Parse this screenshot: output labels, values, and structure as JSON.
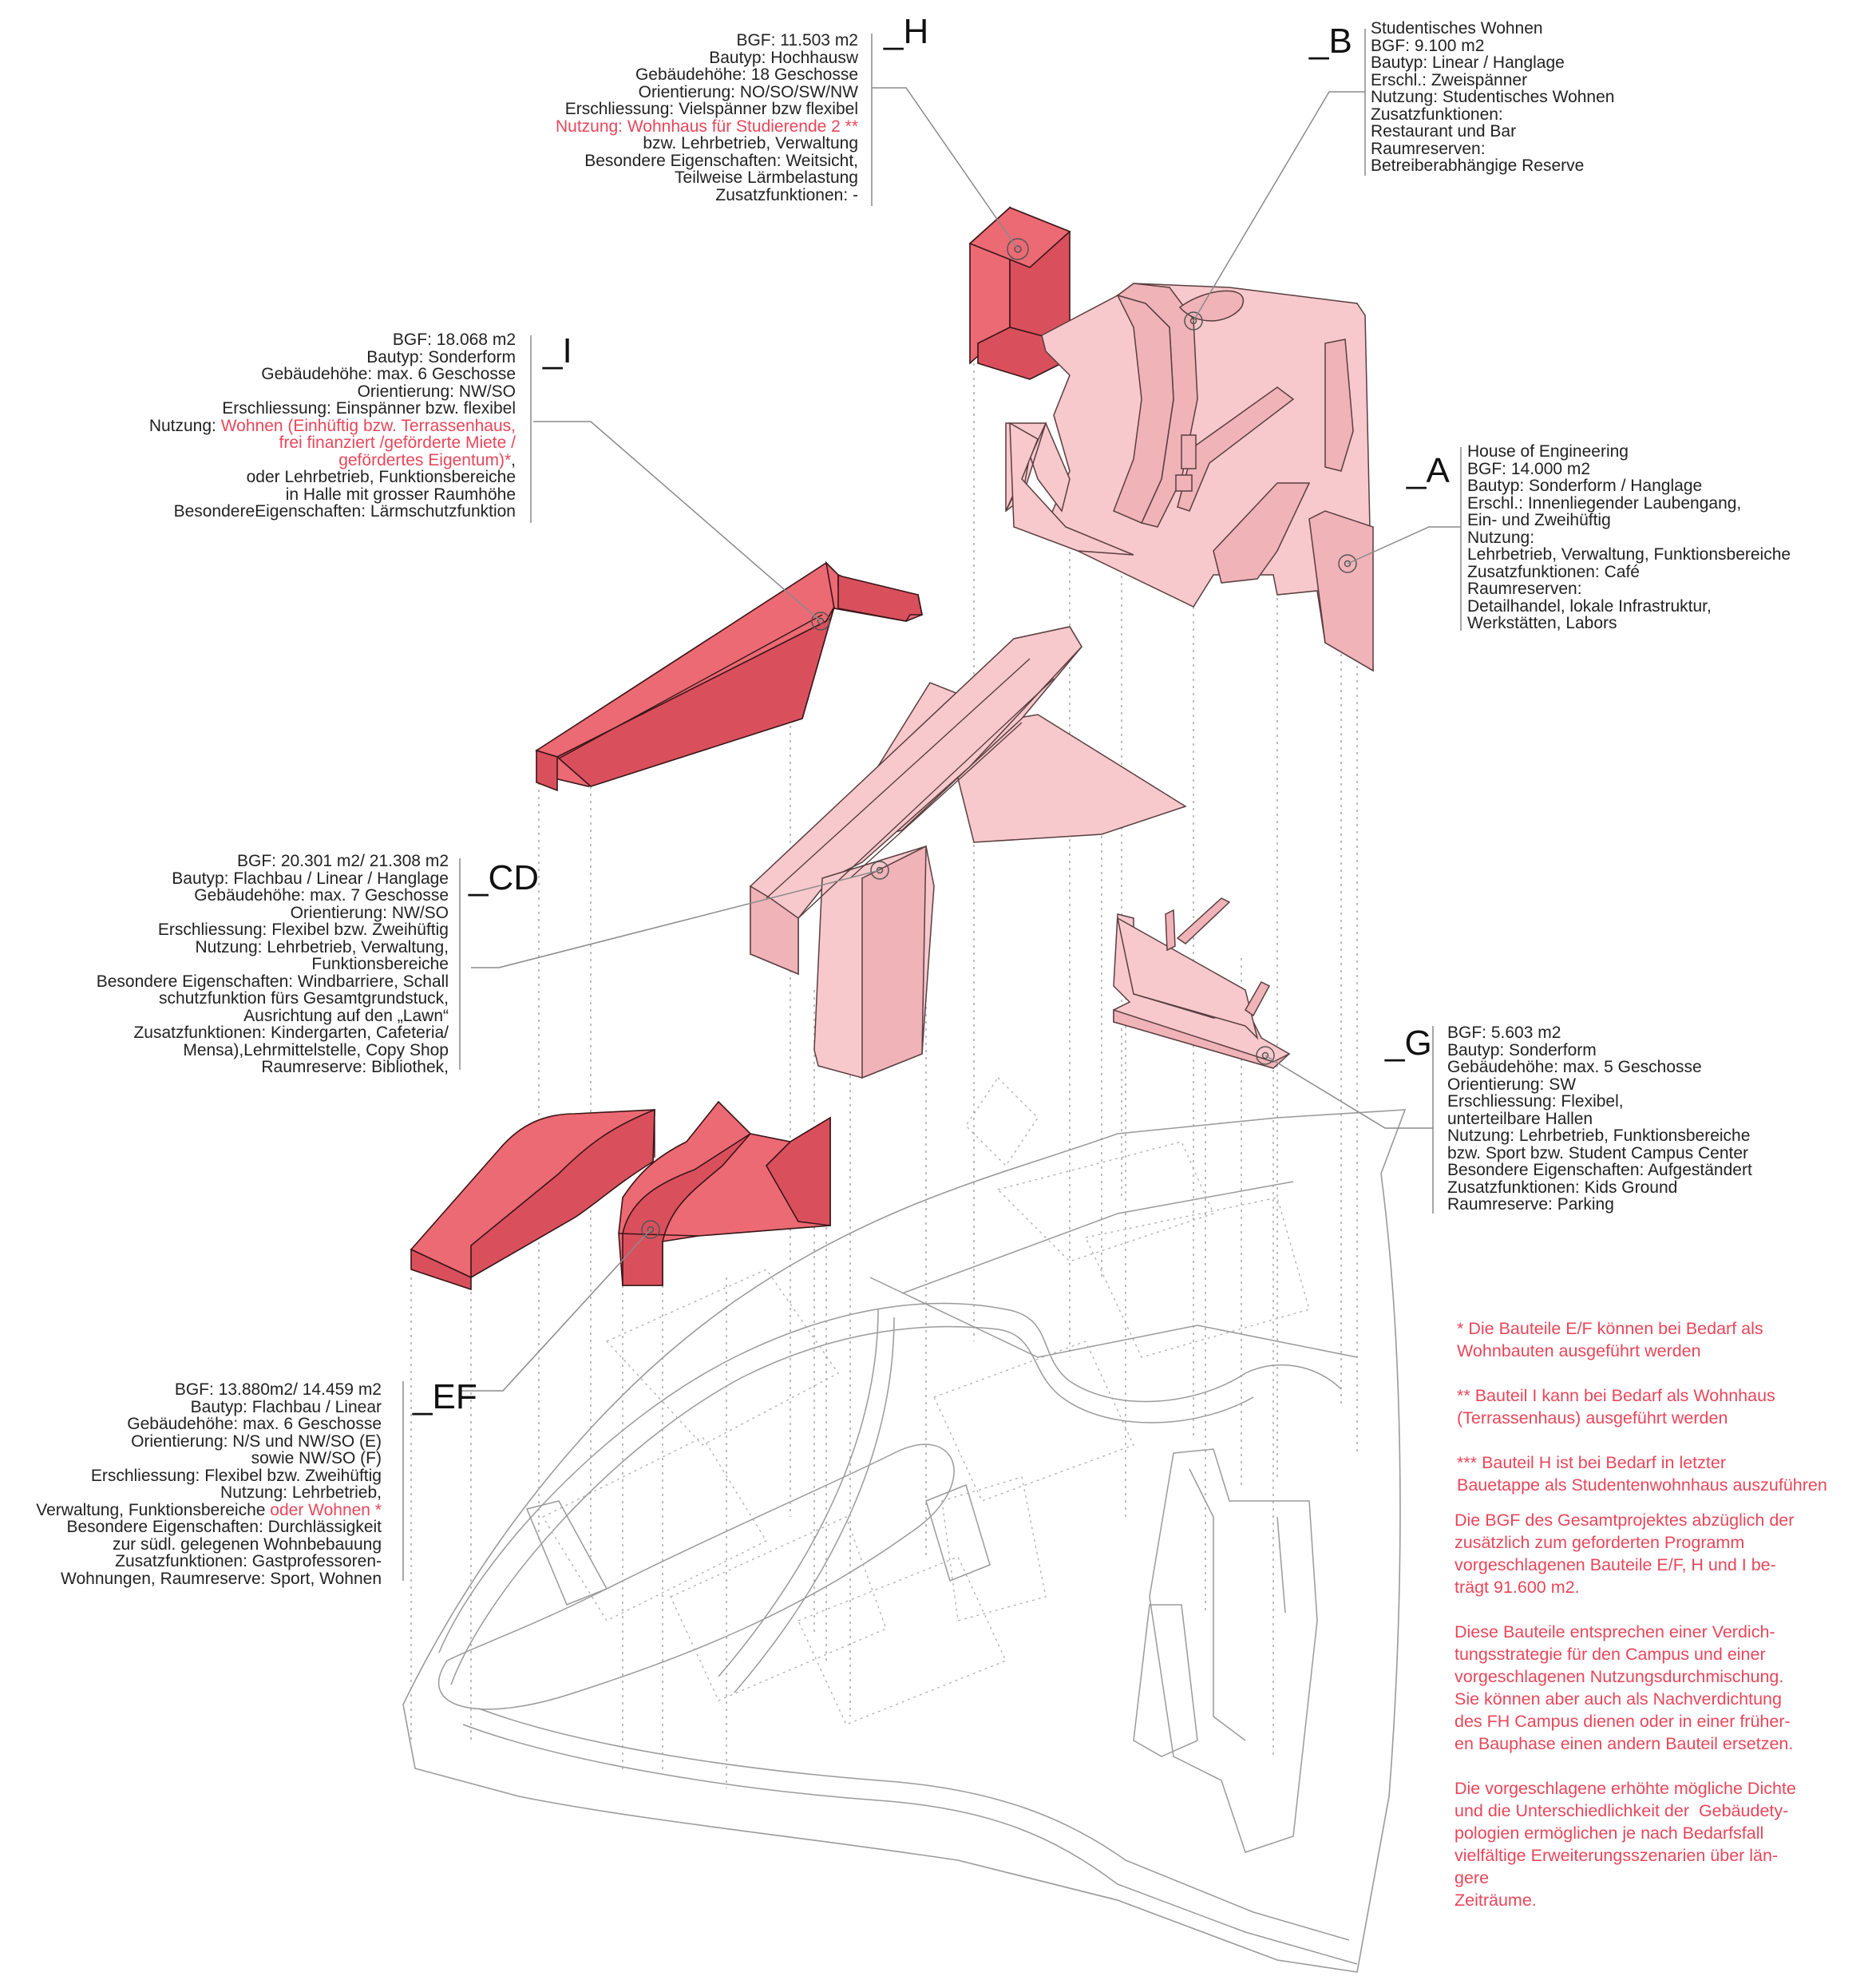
{
  "blocks": {
    "H": {
      "tag": "_H",
      "lines": [
        {
          "text": "BGF: 11.503 m2"
        },
        {
          "text": "Bautyp: Hochhausw"
        },
        {
          "text": "Gebäudehöhe: 18 Geschosse"
        },
        {
          "text": "Orientierung: NO/SO/SW/NW"
        },
        {
          "text": "Erschliessung: Vielspänner bzw flexibel"
        },
        {
          "text": "Nutzung: Wohnhaus für Studierende 2 **",
          "red": true
        },
        {
          "text": "bzw. Lehrbetrieb, Verwaltung"
        },
        {
          "text": "Besondere Eigenschaften: Weitsicht,"
        },
        {
          "text": "Teilweise Lärmbelastung"
        },
        {
          "text": "Zusatzfunktionen: -"
        }
      ]
    },
    "B": {
      "tag": "_B",
      "lines": [
        {
          "text": "Studentisches Wohnen"
        },
        {
          "text": "BGF: 9.100 m2"
        },
        {
          "text": "Bautyp: Linear / Hanglage"
        },
        {
          "text": "Erschl.: Zweispänner"
        },
        {
          "text": "Nutzung: Studentisches Wohnen"
        },
        {
          "text": "Zusatzfunktionen:"
        },
        {
          "text": "Restaurant und Bar"
        },
        {
          "text": "Raumreserven:"
        },
        {
          "text": "Betreiberabhängige Reserve"
        }
      ]
    },
    "I": {
      "tag": "_I",
      "lines": [
        {
          "text": "BGF: 18.068 m2"
        },
        {
          "text": "Bautyp: Sonderform"
        },
        {
          "text": "Gebäudehöhe: max. 6 Geschosse"
        },
        {
          "text": "Orientierung: NW/SO"
        },
        {
          "text": "Erschliessung: Einspänner bzw. flexibel"
        },
        {
          "text": "Nutzung: ",
          "red_part": "Wohnen (Einhüftig bzw. Terrassenhaus,"
        },
        {
          "text": "frei finanziert /geförderte Miete /",
          "red": true
        },
        {
          "text": "gefördertes Eigentum)*",
          "red": true,
          "suffix": ","
        },
        {
          "text": "oder Lehrbetrieb, Funktionsbereiche"
        },
        {
          "text": "in Halle mit grosser Raumhöhe"
        },
        {
          "text": "BesondereEigenschaften: Lärmschutzfunktion"
        }
      ]
    },
    "A": {
      "tag": "_A",
      "lines": [
        {
          "text": "House of Engineering"
        },
        {
          "text": "BGF: 14.000 m2"
        },
        {
          "text": "Bautyp: Sonderform / Hanglage"
        },
        {
          "text": "Erschl.: Innenliegender Laubengang,"
        },
        {
          "text": "Ein- und Zweihüftig"
        },
        {
          "text": "Nutzung:"
        },
        {
          "text": "Lehrbetrieb, Verwaltung, Funktionsbereiche"
        },
        {
          "text": "Zusatzfunktionen: Café"
        },
        {
          "text": "Raumreserven:"
        },
        {
          "text": "Detailhandel, lokale Infrastruktur,"
        },
        {
          "text": "Werkstätten, Labors"
        }
      ]
    },
    "CD": {
      "tag": "_CD",
      "lines": [
        {
          "text": "BGF: 20.301 m2/ 21.308 m2"
        },
        {
          "text": "Bautyp: Flachbau / Linear / Hanglage"
        },
        {
          "text": "Gebäudehöhe: max. 7 Geschosse"
        },
        {
          "text": "Orientierung: NW/SO"
        },
        {
          "text": "Erschliessung: Flexibel bzw. Zweihüftig"
        },
        {
          "text": "Nutzung: Lehrbetrieb, Verwaltung,"
        },
        {
          "text": "Funktionsbereiche"
        },
        {
          "text": "Besondere Eigenschaften: Windbarriere, Schall"
        },
        {
          "text": "schutzfunktion fürs Gesamtgrundstuck,"
        },
        {
          "text": "Ausrichtung auf den „Lawn“"
        },
        {
          "text": "Zusatzfunktionen: Kindergarten, Cafeteria/"
        },
        {
          "text": "Mensa),Lehrmittelstelle, Copy Shop"
        },
        {
          "text": "Raumreserve: Bibliothek,"
        }
      ]
    },
    "G": {
      "tag": "_G",
      "lines": [
        {
          "text": "BGF: 5.603 m2"
        },
        {
          "text": "Bautyp: Sonderform"
        },
        {
          "text": "Gebäudehöhe: max. 5 Geschosse"
        },
        {
          "text": "Orientierung: SW"
        },
        {
          "text": "Erschliessung: Flexibel,"
        },
        {
          "text": "unterteilbare Hallen"
        },
        {
          "text": "Nutzung: Lehrbetrieb, Funktionsbereiche"
        },
        {
          "text": "bzw. Sport bzw. Student Campus Center"
        },
        {
          "text": "Besondere Eigenschaften: Aufgeständert"
        },
        {
          "text": "Zusatzfunktionen: Kids Ground"
        },
        {
          "text": "Raumreserve: Parking"
        }
      ]
    },
    "EF": {
      "tag": "_EF",
      "lines": [
        {
          "text": "BGF: 13.880m2/ 14.459 m2"
        },
        {
          "text": "Bautyp: Flachbau / Linear"
        },
        {
          "text": "Gebäudehöhe: max. 6 Geschosse"
        },
        {
          "text": "Orientierung: N/S und NW/SO (E)"
        },
        {
          "text": "sowie NW/SO (F)"
        },
        {
          "text": "Erschliessung: Flexibel bzw. Zweihüftig"
        },
        {
          "text": "Nutzung: Lehrbetrieb,"
        },
        {
          "text": "Verwaltung, Funktionsbereiche ",
          "red_part": "oder Wohnen *"
        },
        {
          "text": "Besondere Eigenschaften: Durchlässigkeit"
        },
        {
          "text": "zur südl. gelegenen Wohnbebauung"
        },
        {
          "text": "Zusatzfunktionen: Gastprofessoren-"
        },
        {
          "text": "Wohnungen, Raumreserve: Sport, Wohnen"
        }
      ]
    }
  },
  "notes": [
    "* Die Bauteile E/F können bei Bedarf als\nWohnbauten ausgeführt werden",
    "** Bauteil I kann bei Bedarf als Wohnhaus\n(Terrassenhaus) ausgeführt werden",
    "*** Bauteil H ist bei Bedarf in letzter\nBauetappe als Studentenwohnhaus auszuführen"
  ],
  "summary": [
    "Die BGF des Gesamtprojektes abzüglich der\nzusätzlich zum geforderten Programm\nvorgeschlagenen Bauteile E/F, H und I be-\nträgt 91.600 m2.",
    "Diese Bauteile entsprechen einer Verdich-\ntungsstrategie für den Campus und einer\nvorgeschlagenen Nutzungsdurchmischung.\nSie können aber auch als Nachverdichtung\ndes FH Campus dienen oder in einer früher-\nen Bauphase einen andern Bauteil ersetzen.",
    "Die vorgeschlagene erhöhte mögliche Dichte\nund die Unterschiedlichkeit der  Gebäudety-\npologien ermöglichen je nach Bedarfsfall\nvielfältige Erweiterungsszenarien über län-\ngere\nZeiträume."
  ],
  "colors": {
    "strong_red": "#ec6a73",
    "light_pink": "#f7c9cc",
    "note_red": "#e8465a",
    "line_gray": "#8a8a8a"
  }
}
